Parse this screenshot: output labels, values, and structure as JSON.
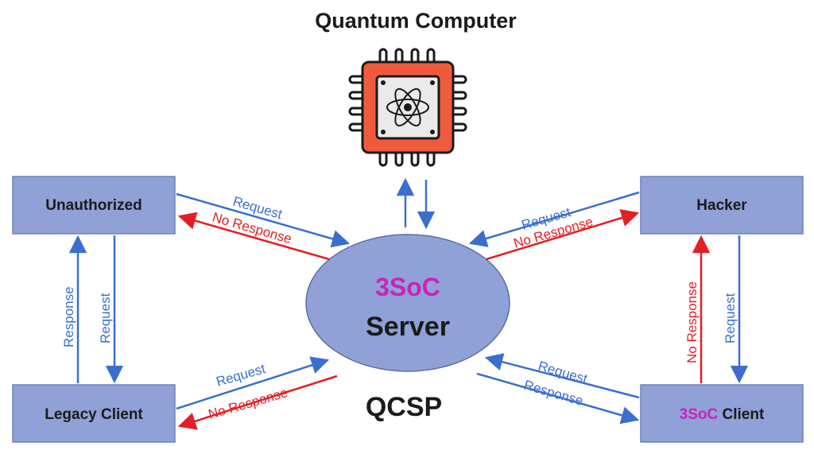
{
  "title": "Quantum Computer",
  "server": {
    "line1": "3SoC",
    "line2": "Server",
    "caption": "QCSP"
  },
  "nodes": {
    "unauthorized": "Unauthorized",
    "hacker": "Hacker",
    "legacy": "Legacy Client",
    "client_prefix": "3SoC",
    "client_suffix": "Client"
  },
  "edges": {
    "unauth_request": "Request",
    "unauth_no_response": "No Response",
    "hacker_request": "Request",
    "hacker_no_response": "No Response",
    "legacy_request": "Request",
    "legacy_no_response": "No Response",
    "client_request": "Request",
    "client_response": "Response",
    "left_vertical_response": "Response",
    "left_vertical_request": "Request",
    "right_vertical_no_response": "No Response",
    "right_vertical_request": "Request"
  },
  "colors": {
    "box_fill": "#8fa1d6",
    "ellipse_fill": "#8fa1d6",
    "request_arrow": "#3a6fd0",
    "no_response_arrow": "#e31e24",
    "accent": "#cc22b8",
    "chip_orange": "#f05a3c"
  },
  "icons": {
    "chip": "quantum-chip-icon",
    "atom": "atom-icon"
  }
}
